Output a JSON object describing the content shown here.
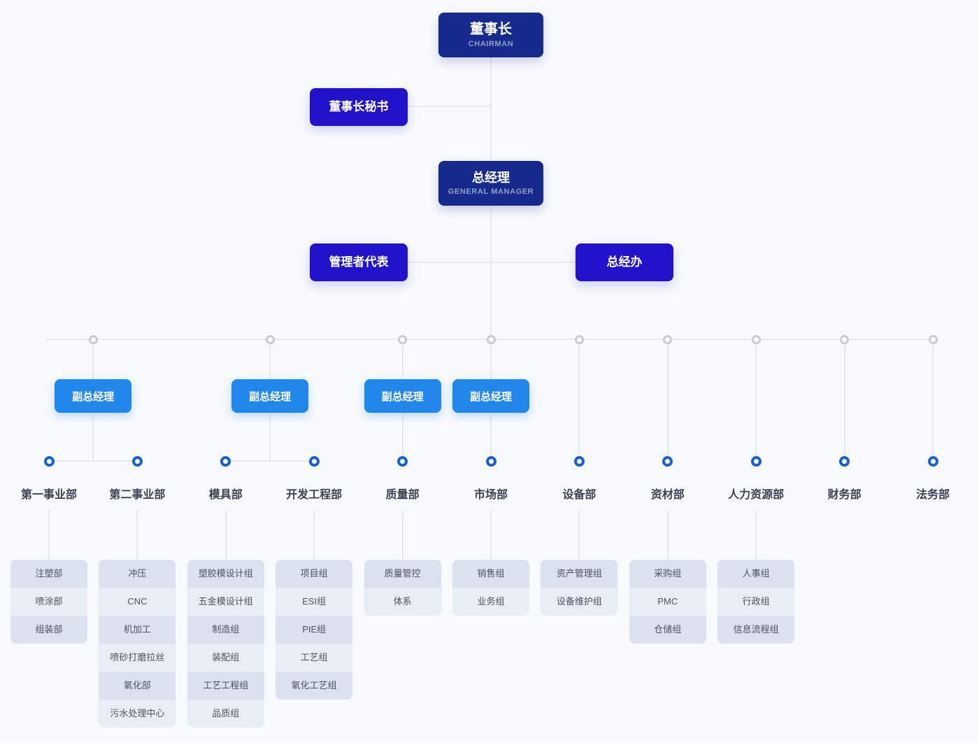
{
  "colors": {
    "background": "#f7f9fc",
    "navy_box": "#16298c",
    "indigo_box": "#2013cb",
    "vp_box": "#2287ea",
    "blue_circle_ring": "#1660d0",
    "gray_circle_ring": "#c9cbd2",
    "connector_line": "#e7e9ef",
    "row_dark": "#dbe1ef",
    "row_light": "#e9edf6",
    "dept_text": "#3b4252",
    "row_text": "#4b5260",
    "subtitle_text": "#8fa0c4"
  },
  "top": {
    "chairman": {
      "title": "董事长",
      "subtitle": "CHAIRMAN"
    },
    "secretary": {
      "title": "董事长秘书"
    },
    "general_manager": {
      "title": "总经理",
      "subtitle": "GENERAL MANAGER"
    },
    "management_rep": {
      "title": "管理者代表"
    },
    "gm_office": {
      "title": "总经办"
    }
  },
  "vp_label": "副总经理",
  "groups": [
    {
      "vp": true,
      "departments": [
        {
          "name": "第一事业部",
          "teams": [
            "注塑部",
            "喷涂部",
            "组装部"
          ]
        },
        {
          "name": "第二事业部",
          "teams": [
            "冲压",
            "CNC",
            "机加工",
            "喷砂打磨拉丝",
            "氧化部",
            "污水处理中心"
          ]
        }
      ]
    },
    {
      "vp": true,
      "departments": [
        {
          "name": "模具部",
          "teams": [
            "塑胶模设计组",
            "五金模设计组",
            "制造组",
            "装配组",
            "工艺工程组",
            "品质组"
          ]
        },
        {
          "name": "开发工程部",
          "teams": [
            "项目组",
            "ESI组",
            "PIE组",
            "工艺组",
            "氧化工艺组"
          ]
        }
      ]
    },
    {
      "vp": true,
      "departments": [
        {
          "name": "质量部",
          "teams": [
            "质量管控",
            "体系"
          ]
        }
      ]
    },
    {
      "vp": true,
      "departments": [
        {
          "name": "市场部",
          "teams": [
            "销售组",
            "业务组"
          ]
        }
      ]
    },
    {
      "vp": false,
      "departments": [
        {
          "name": "设备部",
          "teams": [
            "资产管理组",
            "设备维护组"
          ]
        }
      ]
    },
    {
      "vp": false,
      "departments": [
        {
          "name": "资材部",
          "teams": [
            "采购组",
            "PMC",
            "仓储组"
          ]
        }
      ]
    },
    {
      "vp": false,
      "departments": [
        {
          "name": "人力资源部",
          "teams": [
            "人事组",
            "行政组",
            "信息流程组"
          ]
        }
      ]
    },
    {
      "vp": false,
      "departments": [
        {
          "name": "财务部",
          "teams": []
        }
      ]
    },
    {
      "vp": false,
      "departments": [
        {
          "name": "法务部",
          "teams": []
        }
      ]
    }
  ]
}
